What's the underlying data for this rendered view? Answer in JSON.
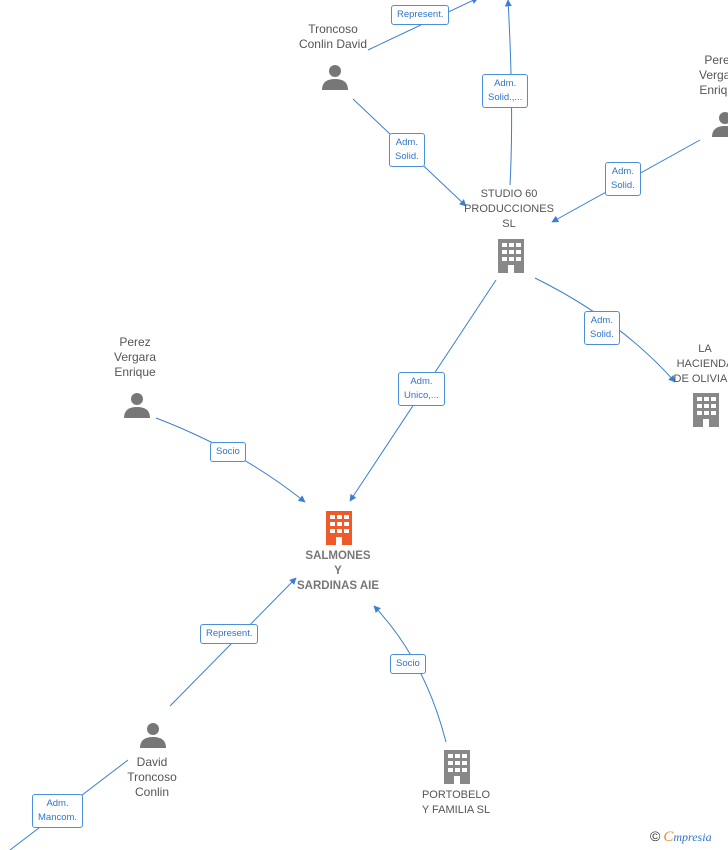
{
  "nodes": {
    "troncoso_top": {
      "label": [
        "Troncoso",
        "Conlin David"
      ]
    },
    "perez_right": {
      "label": [
        "Perez",
        "Vergara",
        "Enrique"
      ]
    },
    "studio60": {
      "label": [
        "STUDIO 60",
        "PRODUCCIONES",
        "SL"
      ]
    },
    "perez_left": {
      "label": [
        "Perez",
        "Vergara",
        "Enrique"
      ]
    },
    "hacienda": {
      "label": [
        "LA",
        "HACIENDA",
        "DE OLIVIA..."
      ]
    },
    "salmones": {
      "label": [
        "SALMONES",
        "Y",
        "SARDINAS AIE"
      ]
    },
    "david": {
      "label": [
        "David",
        "Troncoso",
        "Conlin"
      ]
    },
    "portobelo": {
      "label": [
        "PORTOBELO",
        "Y FAMILIA SL"
      ]
    }
  },
  "edges": {
    "represent_top": [
      "Represent."
    ],
    "adm_solid_top": [
      "Adm.",
      "Solid.,..."
    ],
    "adm_solid_troncoso": [
      "Adm.",
      "Solid."
    ],
    "adm_solid_perez": [
      "Adm.",
      "Solid."
    ],
    "adm_solid_hacienda": [
      "Adm.",
      "Solid."
    ],
    "adm_unico": [
      "Adm.",
      "Unico,..."
    ],
    "socio_perez": [
      "Socio"
    ],
    "represent_david": [
      "Represent."
    ],
    "socio_portobelo": [
      "Socio"
    ],
    "adm_mancom": [
      "Adm.",
      "Mancom."
    ]
  },
  "colors": {
    "edge": "#3a7fd0",
    "person": "#777777",
    "company": "#888888",
    "main_company": "#f05a28"
  },
  "icons": {
    "person": "person-icon",
    "company": "building-icon"
  },
  "brand": {
    "copyright": "©",
    "initial": "C",
    "name": "mpresia"
  }
}
